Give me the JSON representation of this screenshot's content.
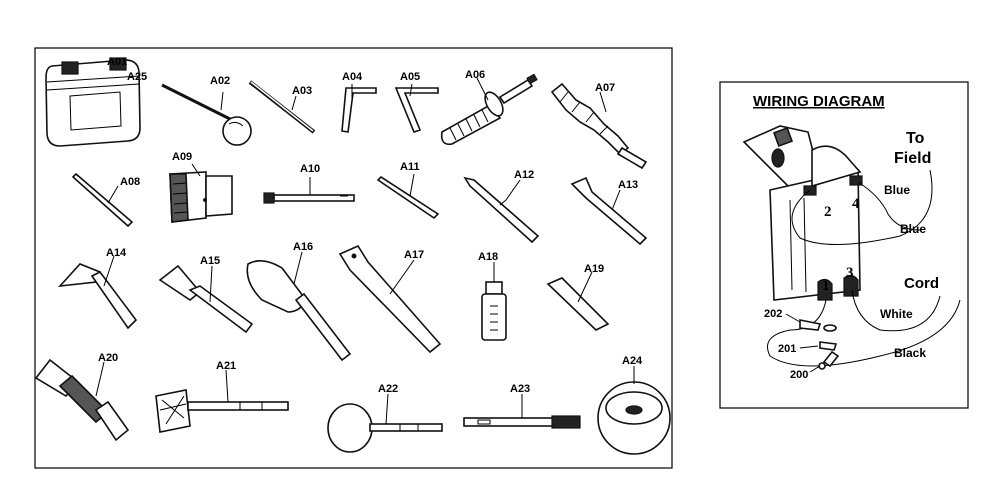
{
  "parts": [
    {
      "id": "a01",
      "label": "A01"
    },
    {
      "id": "a25",
      "label": "A25"
    },
    {
      "id": "a02",
      "label": "A02"
    },
    {
      "id": "a03",
      "label": "A03"
    },
    {
      "id": "a04",
      "label": "A04"
    },
    {
      "id": "a05",
      "label": "A05"
    },
    {
      "id": "a06",
      "label": "A06"
    },
    {
      "id": "a07",
      "label": "A07"
    },
    {
      "id": "a08",
      "label": "A08"
    },
    {
      "id": "a09",
      "label": "A09"
    },
    {
      "id": "a10",
      "label": "A10"
    },
    {
      "id": "a11",
      "label": "A11"
    },
    {
      "id": "a12",
      "label": "A12"
    },
    {
      "id": "a13",
      "label": "A13"
    },
    {
      "id": "a14",
      "label": "A14"
    },
    {
      "id": "a15",
      "label": "A15"
    },
    {
      "id": "a16",
      "label": "A16"
    },
    {
      "id": "a17",
      "label": "A17"
    },
    {
      "id": "a18",
      "label": "A18"
    },
    {
      "id": "a19",
      "label": "A19"
    },
    {
      "id": "a20",
      "label": "A20"
    },
    {
      "id": "a21",
      "label": "A21"
    },
    {
      "id": "a22",
      "label": "A22"
    },
    {
      "id": "a23",
      "label": "A23"
    },
    {
      "id": "a24",
      "label": "A24"
    }
  ],
  "wiring": {
    "title": "WIRING DIAGRAM",
    "to": "To",
    "field": "Field",
    "blue_1": "Blue",
    "blue_2": "Blue",
    "cord": "Cord",
    "white": "White",
    "black": "Black",
    "terminal_1": "1",
    "terminal_2": "2",
    "terminal_3": "3",
    "terminal_4": "4",
    "part_202": "202",
    "part_201": "201",
    "part_200": "200"
  }
}
